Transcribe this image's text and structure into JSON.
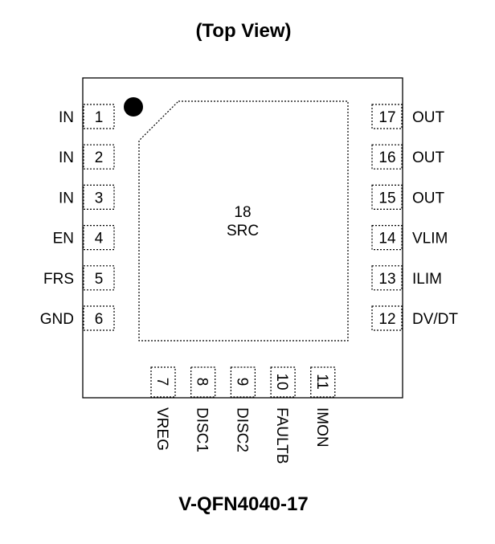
{
  "title": "(Top View)",
  "package_name": "V-QFN4040-17",
  "exposed_pad": {
    "number": "18",
    "name": "SRC"
  },
  "pins": {
    "left": [
      {
        "number": "1",
        "name": "IN"
      },
      {
        "number": "2",
        "name": "IN"
      },
      {
        "number": "3",
        "name": "IN"
      },
      {
        "number": "4",
        "name": "EN"
      },
      {
        "number": "5",
        "name": "FRS"
      },
      {
        "number": "6",
        "name": "GND"
      }
    ],
    "bottom": [
      {
        "number": "7",
        "name": "VREG"
      },
      {
        "number": "8",
        "name": "DISC1"
      },
      {
        "number": "9",
        "name": "DISC2"
      },
      {
        "number": "10",
        "name": "FAULTB"
      },
      {
        "number": "11",
        "name": "IMON"
      }
    ],
    "right": [
      {
        "number": "17",
        "name": "OUT"
      },
      {
        "number": "16",
        "name": "OUT"
      },
      {
        "number": "15",
        "name": "OUT"
      },
      {
        "number": "14",
        "name": "VLIM"
      },
      {
        "number": "13",
        "name": "ILIM"
      },
      {
        "number": "12",
        "name": "DV/DT"
      }
    ]
  },
  "colors": {
    "stroke": "#000000",
    "background": "#ffffff"
  }
}
